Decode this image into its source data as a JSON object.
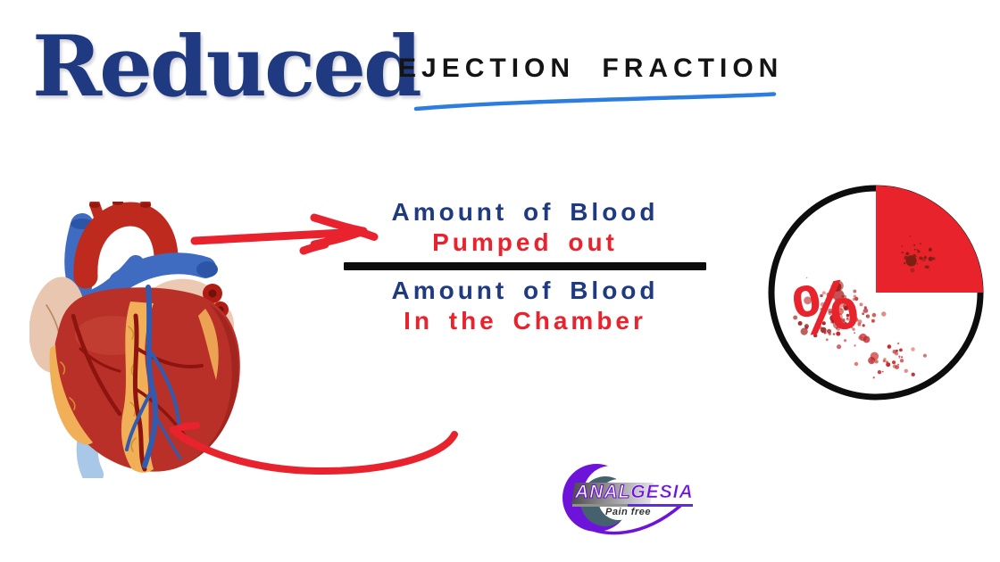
{
  "header": {
    "title_script": "Reduced",
    "title_caps": "EJECTION FRACTION"
  },
  "formula": {
    "numerator_line1": "Amount of Blood",
    "numerator_line2": "Pumped out",
    "denominator_line1": "Amount of Blood",
    "denominator_line2": "In the Chamber"
  },
  "pie": {
    "symbol": "%",
    "filled_fraction": 0.25
  },
  "logo": {
    "name_left": "ANAL",
    "name_right": "GESIA",
    "tagline": "Pain free"
  },
  "colors": {
    "navy": "#1f3a80",
    "red": "#e8232e",
    "ink": "#141414",
    "underline_blue": "#2d7de0",
    "pie_red": "#e8232b",
    "logo_purple": "#6d13da",
    "logo_slate": "#45616d"
  }
}
